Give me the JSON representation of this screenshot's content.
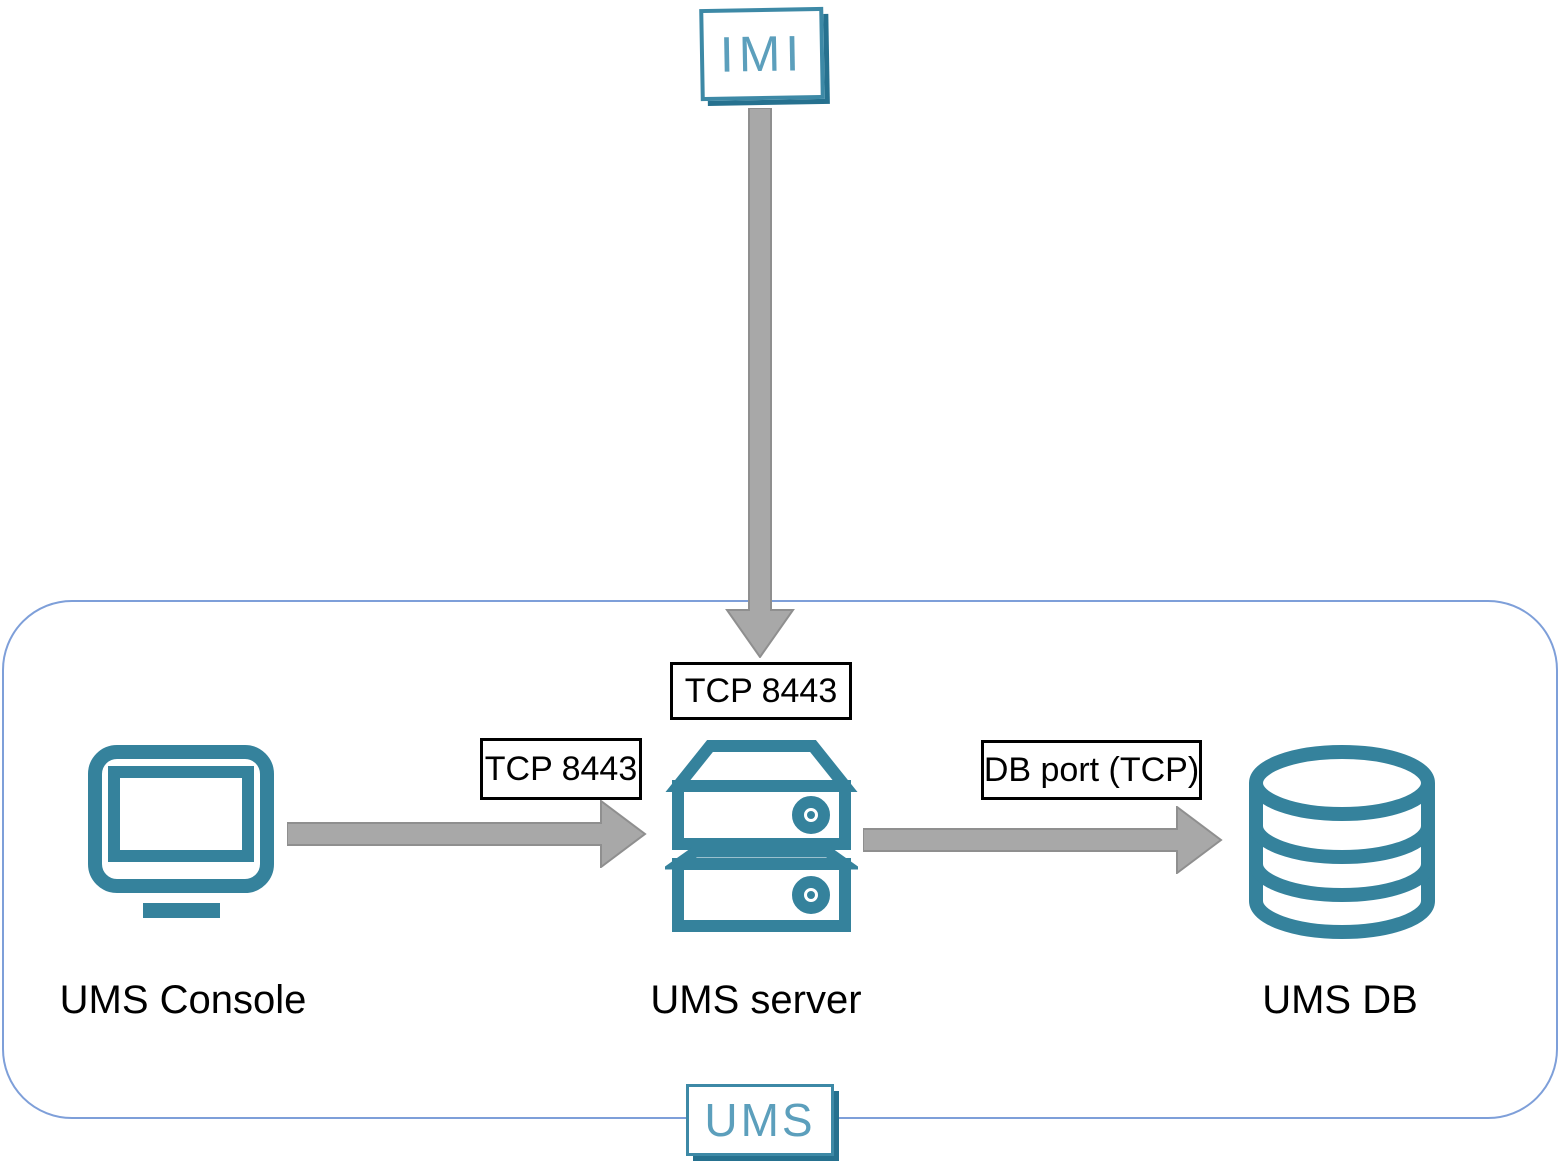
{
  "diagram": {
    "title_node": {
      "label": "IMI"
    },
    "group": {
      "label": "UMS"
    },
    "nodes": [
      {
        "id": "ums-console",
        "label": "UMS Console",
        "icon": "monitor-icon"
      },
      {
        "id": "ums-server",
        "label": "UMS server",
        "icon": "server-icon"
      },
      {
        "id": "ums-db",
        "label": "UMS DB",
        "icon": "database-icon"
      }
    ],
    "connections": [
      {
        "from": "IMI",
        "to": "UMS server",
        "label": "TCP 8443",
        "direction": "down"
      },
      {
        "from": "UMS Console",
        "to": "UMS server",
        "label": "TCP 8443",
        "direction": "right"
      },
      {
        "from": "UMS server",
        "to": "UMS DB",
        "label": "DB port (TCP)",
        "direction": "right"
      }
    ],
    "colors": {
      "icon_teal": "#35829C",
      "box_border_teal": "#3D89A6",
      "box_text_teal": "#5C9FBC",
      "box_shadow_teal": "#26718F",
      "boundary_blue": "#7E9FD9",
      "arrow_fill": "#A8A8A8",
      "arrow_stroke": "#8F8F8F",
      "port_label_border": "#000000"
    }
  }
}
